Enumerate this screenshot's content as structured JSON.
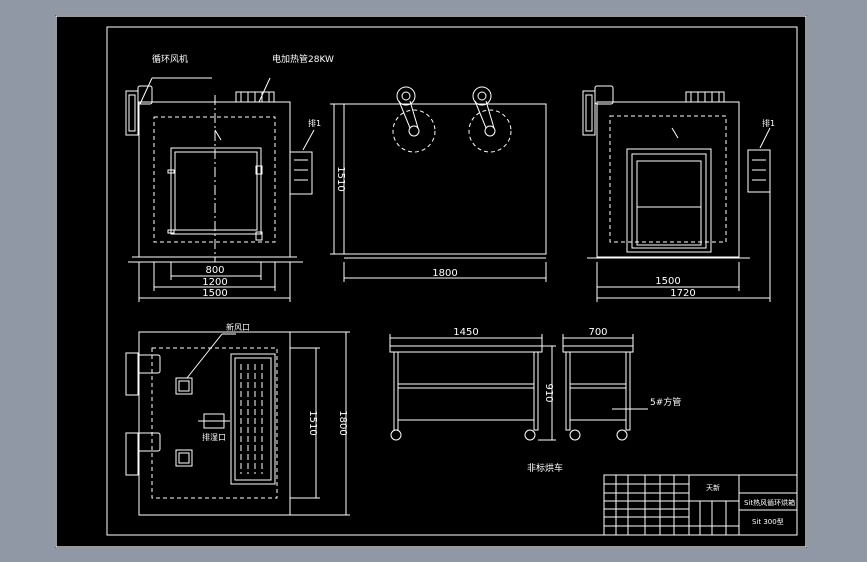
{
  "viewer": {
    "background_color": "#8f98a4",
    "sheet_color": "#000000",
    "line_color": "#ffffff"
  },
  "labels": {
    "circulation_fan": "循环风机",
    "heater": "电加热管28KW",
    "vent_left": "排1",
    "vent_right": "排1",
    "inlet": "新风口",
    "outlet": "排湿口",
    "pipe": "5#方管",
    "cart_caption": "非标烘车"
  },
  "dimensions": {
    "front_door_width": "800",
    "front_inner_width": "1200",
    "front_outer_width": "1500",
    "side_height": "1510",
    "side_width": "1800",
    "right_inner_width": "1500",
    "right_outer_width": "1720",
    "plan_inner_height": "1510",
    "plan_outer_height": "1800",
    "cart_length": "1450",
    "cart_height": "910",
    "cart_depth": "700"
  },
  "title_block": {
    "designer": "天新",
    "product": "Sit热风循环烘箱",
    "model": "Sit 300型"
  }
}
